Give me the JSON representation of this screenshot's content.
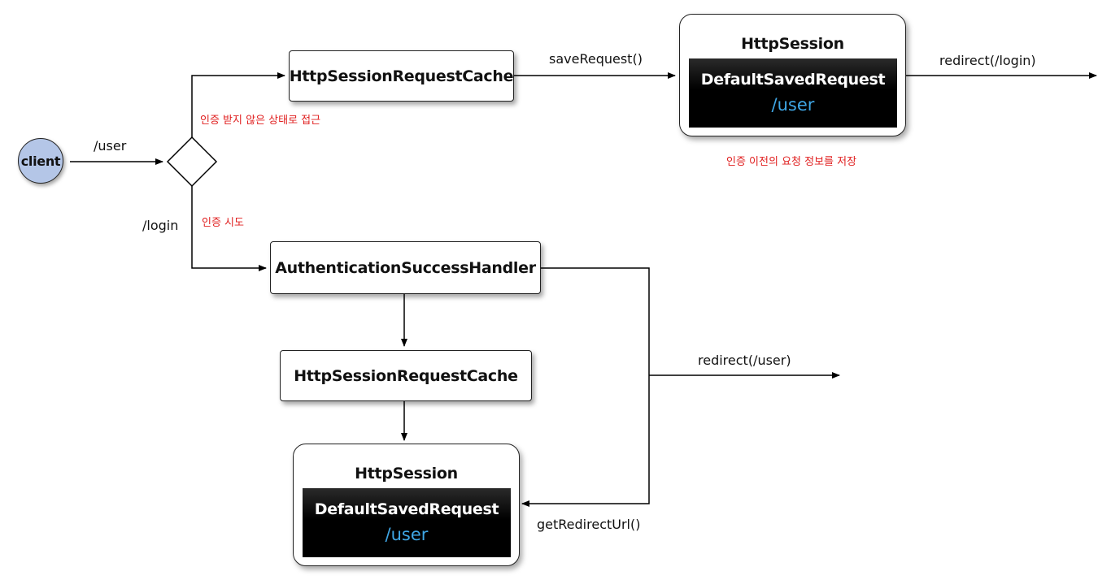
{
  "colors": {
    "note_red": "#e02020",
    "path_blue": "#3fa7e6",
    "client_fill": "#b4c6e7"
  },
  "client": {
    "label": "client"
  },
  "edges": {
    "user_path": "/user",
    "login_path": "/login",
    "save_request": "saveRequest()",
    "redirect_login": "redirect(/login)",
    "redirect_user": "redirect(/user)",
    "get_redirect_url": "getRedirectUrl()"
  },
  "notes": {
    "unauthenticated": "인증 받지 않은 상태로 접근",
    "save_before_auth": "인증 이전의 요청 정보를 저장",
    "auth_attempt": "인증 시도"
  },
  "boxes": {
    "request_cache_top": "HttpSessionRequestCache",
    "success_handler": "AuthenticationSuccessHandler",
    "request_cache_bottom": "HttpSessionRequestCache"
  },
  "sessions": {
    "top": {
      "title": "HttpSession",
      "saved_request": "DefaultSavedRequest",
      "path": "/user"
    },
    "bottom": {
      "title": "HttpSession",
      "saved_request": "DefaultSavedRequest",
      "path": "/user"
    }
  }
}
